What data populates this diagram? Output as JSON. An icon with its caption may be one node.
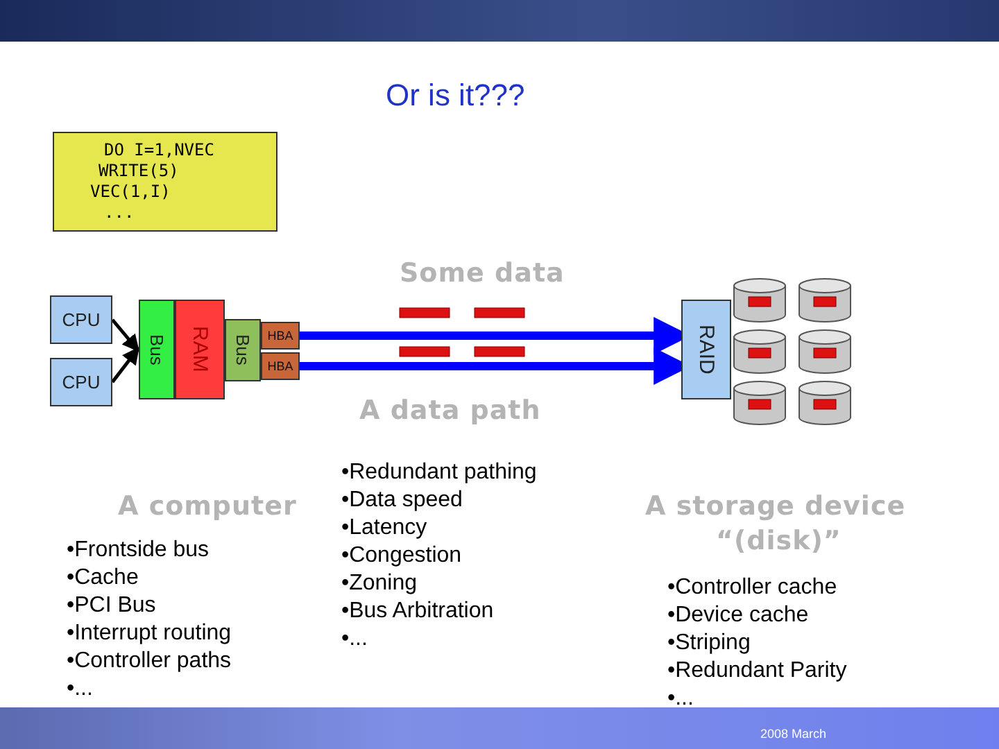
{
  "diagram": {
    "title": "Or is it???",
    "nodes": [
      {
        "text": [
          "DO I=1,NVEC",
          "WRITE(5)",
          "VEC(1,I)",
          "..."
        ]
      },
      {
        "text": [
          "CPU"
        ]
      },
      {
        "text": [
          "CPU"
        ]
      },
      {
        "text": [
          "Bus"
        ]
      },
      {
        "text": [
          "RAM"
        ]
      },
      {
        "text": [
          "Bus"
        ]
      },
      {
        "text": [
          "HBA"
        ]
      },
      {
        "text": [
          "HBA"
        ]
      },
      {
        "text": [
          "RAID"
        ]
      },
      {
        "text": [],
        "shape": "cylinder"
      },
      {
        "text": [],
        "shape": "cylinder"
      },
      {
        "text": [],
        "shape": "cylinder"
      },
      {
        "text": [],
        "shape": "cylinder"
      },
      {
        "text": [],
        "shape": "cylinder"
      },
      {
        "text": [],
        "shape": "cylinder"
      }
    ],
    "edges": [
      {
        "from": 1,
        "to": 3,
        "arrow": "to"
      },
      {
        "from": 2,
        "to": 3,
        "arrow": "to"
      },
      {
        "from": 6,
        "to": 8,
        "arrow": "to",
        "style": "thick",
        "color": "#0000ff"
      },
      {
        "from": 7,
        "to": 8,
        "arrow": "to",
        "style": "thick",
        "color": "#0000ff"
      }
    ],
    "labels": [
      "Some data",
      "A data path",
      "A computer",
      "•Frontside bus",
      "•Cache",
      "•PCI Bus",
      "•Interrupt routing",
      "•Controller paths",
      "•...",
      "•Redundant pathing",
      "•Data speed",
      "•Latency",
      "•Congestion",
      "•Zoning",
      "•Bus Arbitration",
      "•...",
      "A storage device",
      "“(disk)”",
      "•Controller cache",
      "•Device cache",
      "•Striping",
      "•Redundant Parity",
      "•...",
      "2008 March"
    ]
  }
}
